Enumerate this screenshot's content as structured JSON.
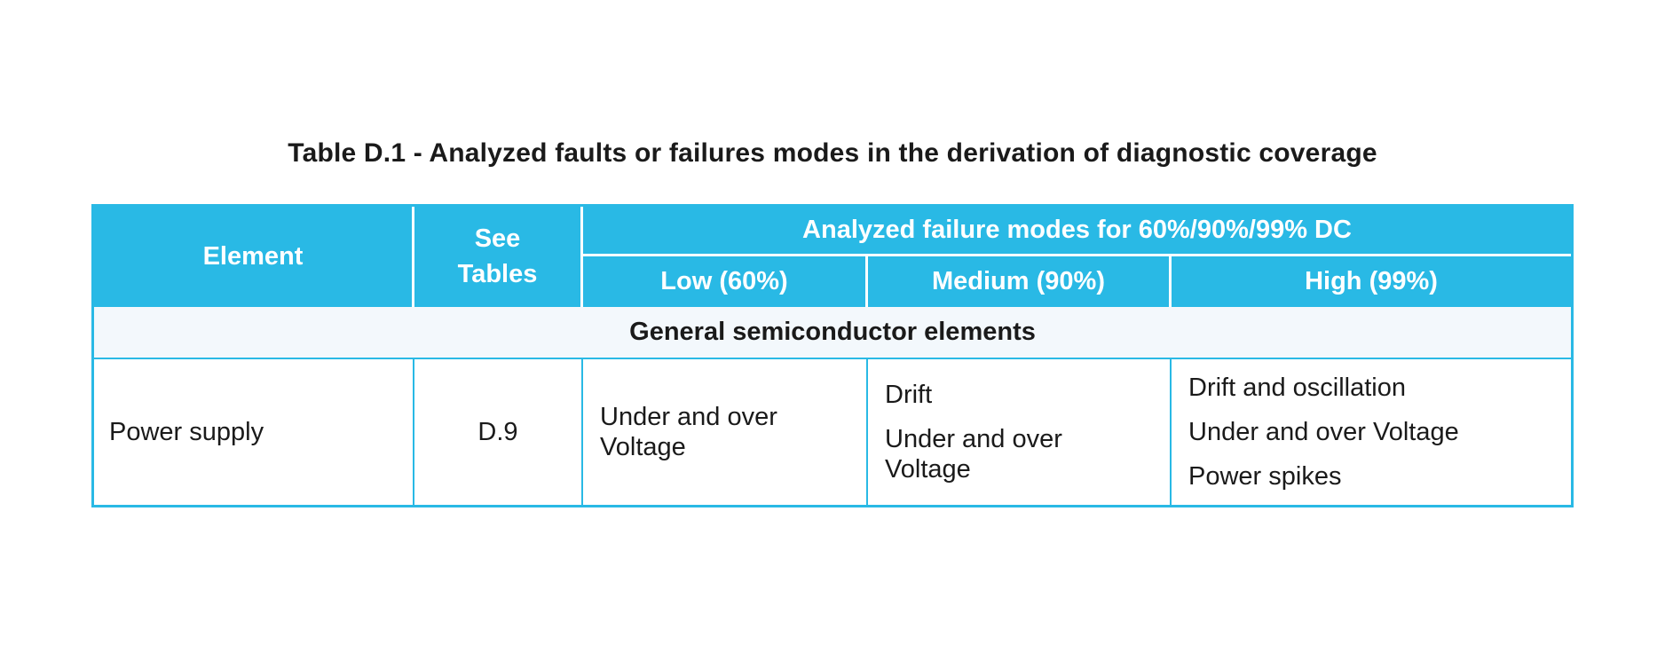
{
  "title": "Table D.1 - Analyzed faults or failures modes in the derivation of diagnostic coverage",
  "colors": {
    "accent": "#29b9e5",
    "header_text": "#ffffff",
    "section_bg": "#f3f8fc",
    "text": "#1a1a1a",
    "page_bg": "#ffffff"
  },
  "table": {
    "header": {
      "element": "Element",
      "see_tables_lines": [
        "See",
        "Tables"
      ],
      "analyzed_span": "Analyzed failure modes for 60%/90%/99% DC",
      "low": "Low (60%)",
      "medium": "Medium (90%)",
      "high": "High (99%)"
    },
    "section_row": "General semiconductor elements",
    "rows": [
      {
        "element": "Power supply",
        "see_tables": "D.9",
        "low": [
          "Under and over Voltage"
        ],
        "medium": [
          "Drift",
          "Under and over Voltage"
        ],
        "high": [
          "Drift and oscillation",
          "Under and over Voltage",
          "Power spikes"
        ]
      }
    ]
  }
}
